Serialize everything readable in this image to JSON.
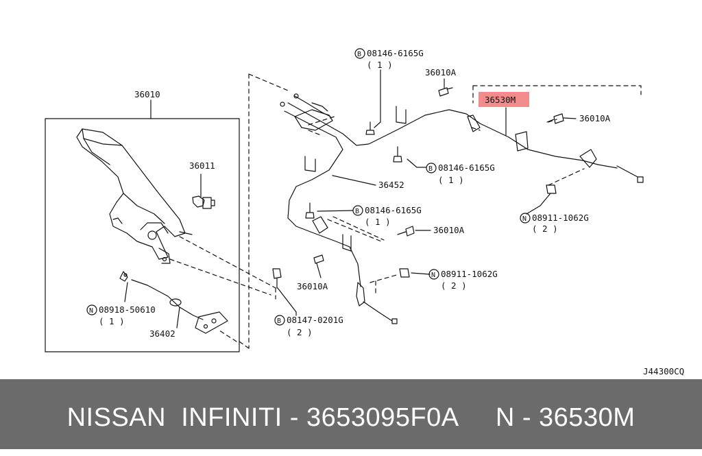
{
  "diagram": {
    "labels": {
      "part_36010": "36010",
      "part_36011": "36011",
      "part_36402": "36402",
      "part_36452": "36452",
      "part_36530m": "36530M",
      "part_36010a_top": "36010A",
      "part_36010a_right": "36010A",
      "part_36010a_mid": "36010A",
      "part_36010a_low": "36010A",
      "bolt_top": "08146-6165G",
      "bolt_top_qty": "( 1 )",
      "bolt_mid": "08146-6165G",
      "bolt_mid_qty": "( 1 )",
      "bolt_left": "08146-6165G",
      "bolt_left_qty": "( 1 )",
      "bolt_bottom": "08147-0201G",
      "bolt_bottom_qty": "( 2 )",
      "nut_right": "08911-1062G",
      "nut_right_qty": "( 2 )",
      "nut_low": "08911-1062G",
      "nut_low_qty": "( 2 )",
      "nut_left": "08918-50610",
      "nut_left_qty": "( 1 )",
      "b_marker": "B",
      "n_marker": "N",
      "diagram_code": "J44300CQ"
    },
    "highlight_color": "#f28c8c"
  },
  "footer": {
    "text": "NISSAN  INFINITI - 3653095F0A     N - 36530M",
    "background": "#6b6b6b",
    "color": "#ffffff"
  }
}
